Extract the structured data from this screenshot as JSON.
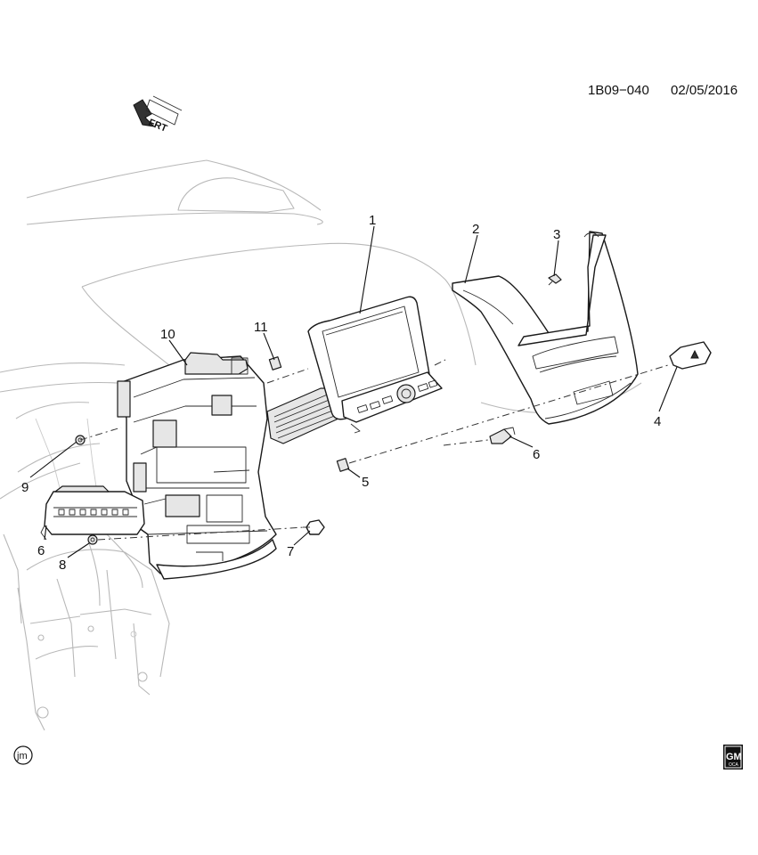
{
  "header": {
    "code": "1B09−040",
    "date": "02/05/2016"
  },
  "direction_badge": {
    "label": "FRT"
  },
  "footer": {
    "left_badge": "jm",
    "logo_text": "GM",
    "logo_sub": "OCA"
  },
  "callouts": [
    {
      "id": "callout-1",
      "label": "1"
    },
    {
      "id": "callout-2",
      "label": "2"
    },
    {
      "id": "callout-3",
      "label": "3"
    },
    {
      "id": "callout-4",
      "label": "4"
    },
    {
      "id": "callout-5",
      "label": "5"
    },
    {
      "id": "callout-6-right",
      "label": "6"
    },
    {
      "id": "callout-6-left",
      "label": "6"
    },
    {
      "id": "callout-7",
      "label": "7"
    },
    {
      "id": "callout-8",
      "label": "8"
    },
    {
      "id": "callout-9",
      "label": "9"
    },
    {
      "id": "callout-10",
      "label": "10"
    },
    {
      "id": "callout-11",
      "label": "11"
    }
  ]
}
